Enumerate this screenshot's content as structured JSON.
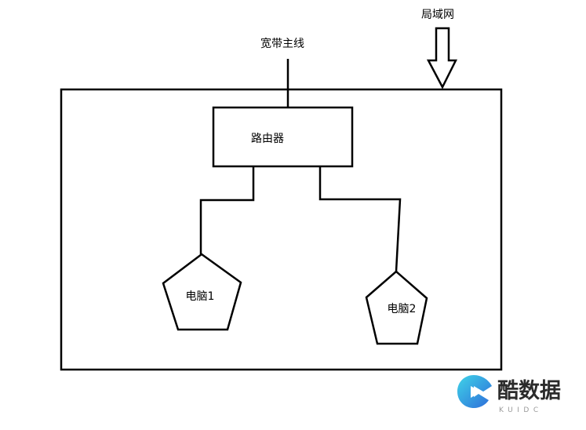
{
  "diagram": {
    "labels": {
      "broadband": "宽带主线",
      "lan": "局域网",
      "router": "路由器",
      "pc1": "电脑1",
      "pc2": "电脑2"
    }
  },
  "watermark": {
    "brand_cn": "酷数据",
    "brand_en": "KUIDC",
    "colors": {
      "text": "#2b2b2b",
      "en_text": "#9a9a9a",
      "logo_gradient_start": "#3fd4e8",
      "logo_gradient_end": "#2e6bd9"
    }
  }
}
